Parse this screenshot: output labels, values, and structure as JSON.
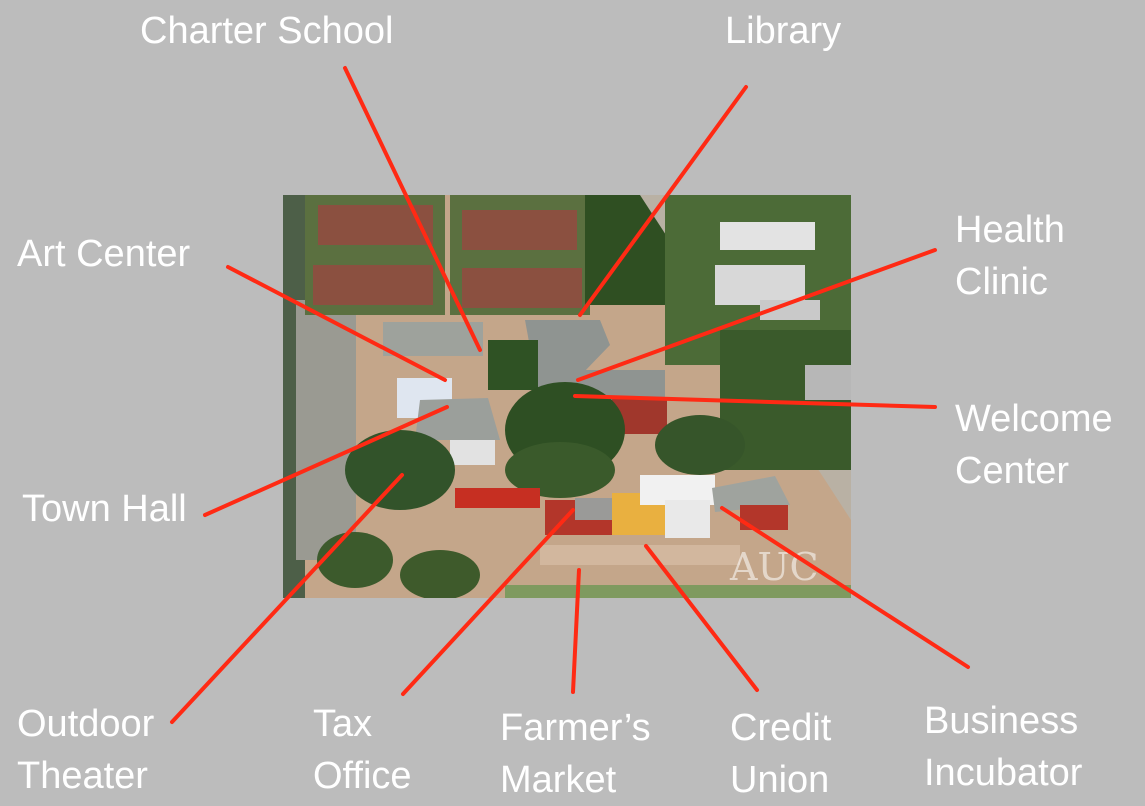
{
  "colors": {
    "background": "#bcbcbc",
    "leader_line": "#ff2a14",
    "label_text": "#ffffff",
    "photo_trees": "#3e5a2b",
    "photo_roofs": "#8b5040",
    "photo_ground": "#c9a88a"
  },
  "photo": {
    "description_icon": "aerial-campus-photo",
    "watermark": "AUC"
  },
  "labels": [
    {
      "id": "charter-school",
      "lines": [
        "Charter School"
      ]
    },
    {
      "id": "library",
      "lines": [
        "Library"
      ]
    },
    {
      "id": "art-center",
      "lines": [
        "Art Center"
      ]
    },
    {
      "id": "health-clinic",
      "lines": [
        "Health",
        "Clinic"
      ]
    },
    {
      "id": "welcome-center",
      "lines": [
        "Welcome",
        "Center"
      ]
    },
    {
      "id": "town-hall",
      "lines": [
        "Town Hall"
      ]
    },
    {
      "id": "outdoor-theater",
      "lines": [
        "Outdoor",
        "Theater"
      ]
    },
    {
      "id": "tax-office",
      "lines": [
        "Tax",
        "Office"
      ]
    },
    {
      "id": "farmers-market",
      "lines": [
        "Farmer’s",
        "Market"
      ]
    },
    {
      "id": "credit-union",
      "lines": [
        "Credit",
        "Union"
      ]
    },
    {
      "id": "business-incubator",
      "lines": [
        "Business",
        "Incubator"
      ]
    }
  ]
}
